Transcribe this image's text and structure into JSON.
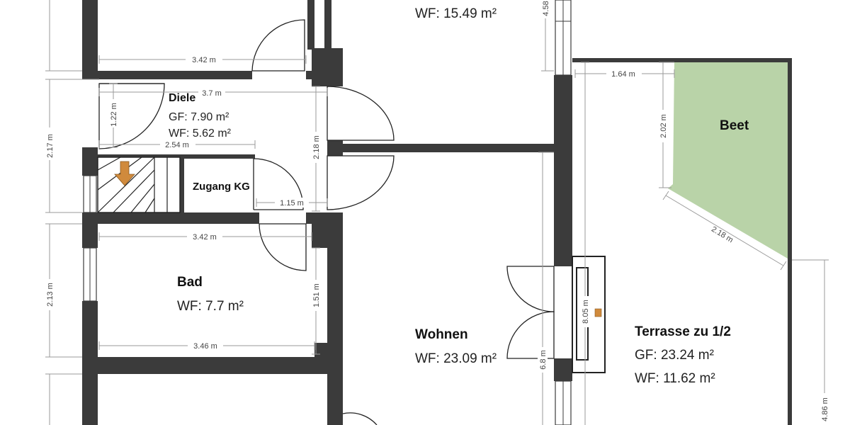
{
  "rooms": {
    "top": {
      "area": "WF: 15.49 m²"
    },
    "diele": {
      "name": "Diele",
      "gf": "GF: 7.90 m²",
      "wf": "WF: 5.62 m²"
    },
    "zugang": {
      "name": "Zugang KG"
    },
    "bad": {
      "name": "Bad",
      "wf": "WF: 7.7 m²"
    },
    "wohnen": {
      "name": "Wohnen",
      "wf": "WF: 23.09 m²"
    },
    "beet": {
      "name": "Beet"
    },
    "terrasse": {
      "name": "Terrasse zu 1/2",
      "gf": "GF: 23.24 m²",
      "wf": "WF: 11.62 m²"
    }
  },
  "dimensions": {
    "d_3_42_top": "3.42 m",
    "d_3_7": "3.7 m",
    "d_1_22": "1.22 m",
    "d_2_17": "2.17 m",
    "d_2_54": "2.54 m",
    "d_2_18_diele": "2.18 m",
    "d_1_15": "1.15 m",
    "d_3_42_bad": "3.42 m",
    "d_2_13": "2.13 m",
    "d_1_51": "1.51 m",
    "d_3_46": "3.46 m",
    "d_4_58": "4.58",
    "d_1_64": "1.64 m",
    "d_2_02": "2.02 m",
    "d_2_18_beet": "2.18 m",
    "d_8_05": "8.05 m",
    "d_6_8": "6.8 m",
    "d_4_86": "4.86 m"
  },
  "colors": {
    "wall": "#3b3b3b",
    "beet_fill": "#b9d3a8",
    "stair_arrow": "#d08a3c",
    "chimney_marker": "#d08a3c"
  }
}
